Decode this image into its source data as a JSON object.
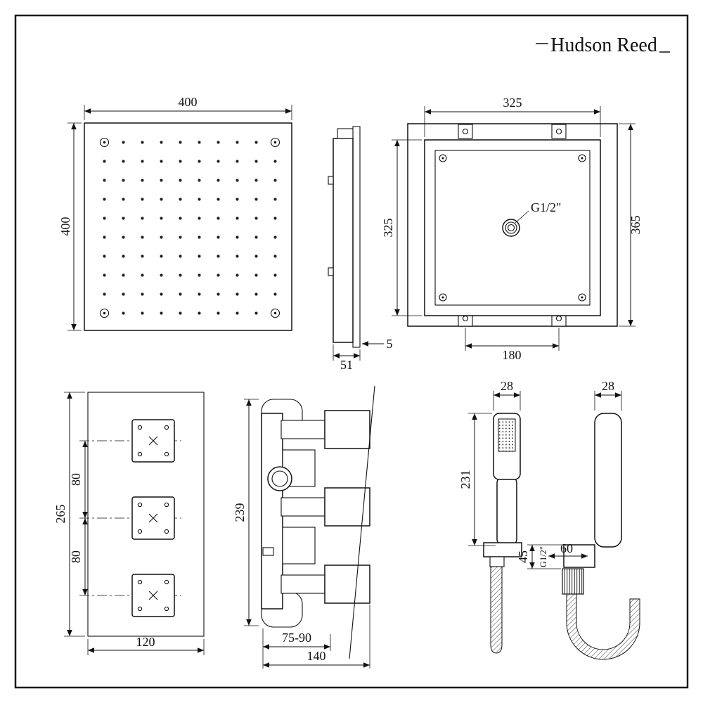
{
  "brand": {
    "name": "Hudson Reed"
  },
  "dims": {
    "head_width": "400",
    "head_height": "400",
    "side_lip": "5",
    "side_depth": "51",
    "back_width": "325",
    "back_height": "325",
    "back_overall": "365",
    "back_bracket": "180",
    "back_thread": "G1/2\"",
    "valve_height": "265",
    "valve_gap_top": "80",
    "valve_gap_bottom": "80",
    "valve_width": "120",
    "valve_side_height": "239",
    "valve_depth_range": "75-90",
    "valve_depth_total": "140",
    "handset_front_width": "28",
    "handset_side_width": "28",
    "handset_length": "231",
    "outlet_height": "45",
    "outlet_thread": "G1/2\"",
    "outlet_offset": "60"
  }
}
